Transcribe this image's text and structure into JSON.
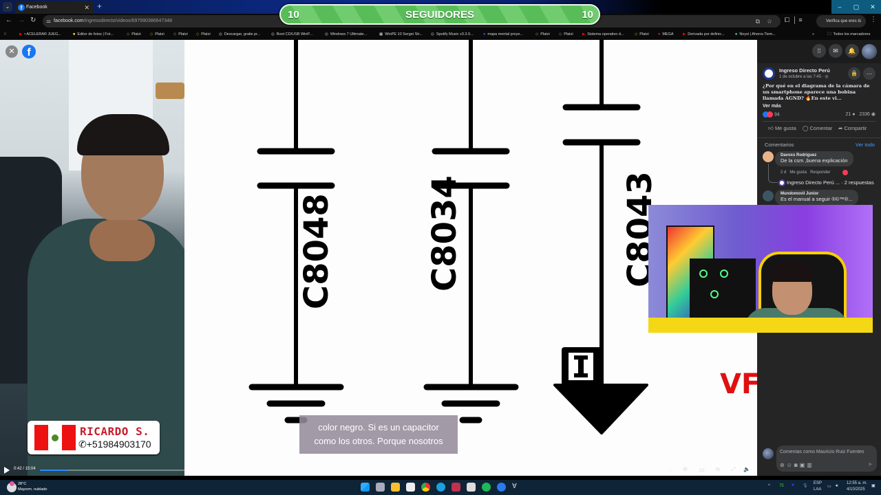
{
  "browser": {
    "tab_title": "Facebook",
    "url_domain": "facebook.com",
    "url_path": "/ingresodirecto/videos/697990386647348",
    "verify_label": "Verifica que eres tú",
    "window_controls": [
      "–",
      "▢",
      "✕"
    ],
    "bookmarks": [
      {
        "label": "• ACELERAR JUEG...",
        "icon": "youtube-icon"
      },
      {
        "label": "Editor de fotos | Fot...",
        "icon": "photo-editor-icon"
      },
      {
        "label": "Platzi",
        "icon": "platzi-icon"
      },
      {
        "label": "Platzi",
        "icon": "platzi-icon"
      },
      {
        "label": "Platzi",
        "icon": "platzi-icon"
      },
      {
        "label": "Platzi",
        "icon": "platzi-icon"
      },
      {
        "label": "Descargar, gratis pr...",
        "icon": "globe-icon"
      },
      {
        "label": "Boot CD/USB WinP...",
        "icon": "globe-icon"
      },
      {
        "label": "Windows 7 Ultimate...",
        "icon": "globe-icon"
      },
      {
        "label": "WinPE 10 Sergei Str...",
        "icon": "winpe-icon"
      },
      {
        "label": "Spotify Music v3.3.0...",
        "icon": "globe-icon"
      },
      {
        "label": "mapa mental proye...",
        "icon": "blue-dot-icon"
      },
      {
        "label": "Platzi",
        "icon": "platzi-icon"
      },
      {
        "label": "Platzi",
        "icon": "platzi-icon"
      },
      {
        "label": "Sistema operativo d...",
        "icon": "youtube-icon"
      },
      {
        "label": "Platzi",
        "icon": "platzi-icon"
      },
      {
        "label": "MEGA",
        "icon": "mega-icon"
      },
      {
        "label": "Derivada por definic...",
        "icon": "youtube-icon"
      },
      {
        "label": "Noysi | Ahorra Tiem...",
        "icon": "noysi-icon"
      }
    ],
    "overflow_label": "»",
    "all_bookmarks_label": "Todos los marcadores"
  },
  "follower_goal": {
    "left_count": "10",
    "label": "SEGUIDORES",
    "right_count": "10",
    "color": "#5cbf5a"
  },
  "video": {
    "presenter_name": "RICARDO S.",
    "presenter_phone": "+51984903170",
    "schematic_labels": [
      "C8048",
      "C8034",
      "C8043"
    ],
    "subtitle_line1": "color negro. Si es un capacitor",
    "subtitle_line2": "como los otros. Porque nosotros",
    "overlay_text": "VF",
    "kick_logo": "K",
    "current_time": "0:42",
    "duration": "15:04",
    "progress_percent": 4.6,
    "buffered_percent": 7.0
  },
  "side_panel": {
    "page_name": "Ingreso Directo Perú",
    "post_date": "1 de octubre a las 7:45 · ",
    "post_text": "¿Por qué en el diagrama de la cámara de un smartphone aparece una bobina llamada AGND? 🔥En este vi...",
    "see_more": "Ver más",
    "reactions_count": "94",
    "comments_count": "21",
    "views_count": "2336",
    "actions": [
      "Me gusta",
      "Comentar",
      "Compartir"
    ],
    "comments_label": "Comentarios",
    "see_all_label": "Ver todo",
    "comments": [
      {
        "author": "Davoxs Rodriguez",
        "text": "De la csm ,buena explicación",
        "age": "2 d",
        "like": "Me gusta",
        "reply": "Responder"
      },
      {
        "author": "Mundomovil Junior",
        "text": "Es el manual a seguir ®©™®..."
      }
    ],
    "reply_thread": "Ingreso Directo Perú ... · 2 respuestas",
    "compose_placeholder": "Comentas como Mauricio Ruiz Fuentes"
  },
  "taskbar": {
    "temperature": "28°C",
    "weather": "Mayorm. nublado",
    "battery_badge": "75",
    "language_top": "ESP",
    "language_bottom": "LAA",
    "time": "12:55 a. m.",
    "date": "4/10/2025"
  }
}
